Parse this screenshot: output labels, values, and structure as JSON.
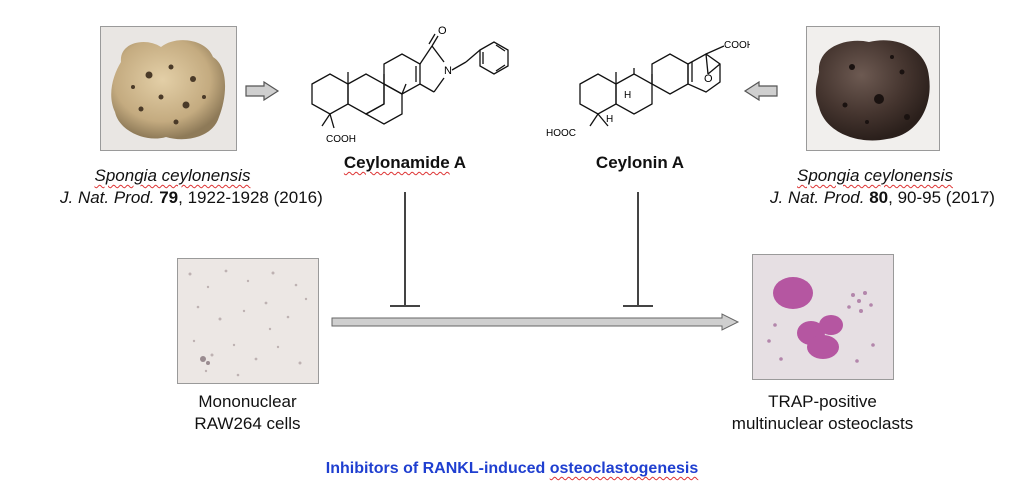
{
  "left_source": {
    "species": "Spongia ceylonensis",
    "journal": "J. Nat. Prod.",
    "volume": "79",
    "pages": ", 1922-1928 (2016)"
  },
  "right_source": {
    "species": "Spongia ceylonensis",
    "journal": "J. Nat. Prod.",
    "volume": "80",
    "pages": ", 90-95 (2017)"
  },
  "compounds": {
    "left_name": "Ceylonamide A",
    "left_prefix": "Ceylonamide",
    "left_suffix": " A",
    "right_name": "Ceylonin A",
    "left_labels": {
      "o": "O",
      "n": "N",
      "cooh": "COOH"
    },
    "right_labels": {
      "o": "O",
      "h1": "H",
      "h2": "H",
      "cooh": "COOH",
      "hooc": "HOOC"
    }
  },
  "cells": {
    "left": [
      "Mononuclear",
      "RAW264 cells"
    ],
    "right": [
      "TRAP-positive",
      "multinuclear osteoclasts"
    ]
  },
  "footer": {
    "prefix": "Inhibitors of RANKL-induced ",
    "underlined": "osteoclastogenesis"
  },
  "colors": {
    "title_blue": "#1f3fd0",
    "sponge_light": "#c9b48a",
    "sponge_dark": "#3b2d28",
    "osteoclast": "#b0489a",
    "arrow_fill": "#cfcfcf"
  }
}
